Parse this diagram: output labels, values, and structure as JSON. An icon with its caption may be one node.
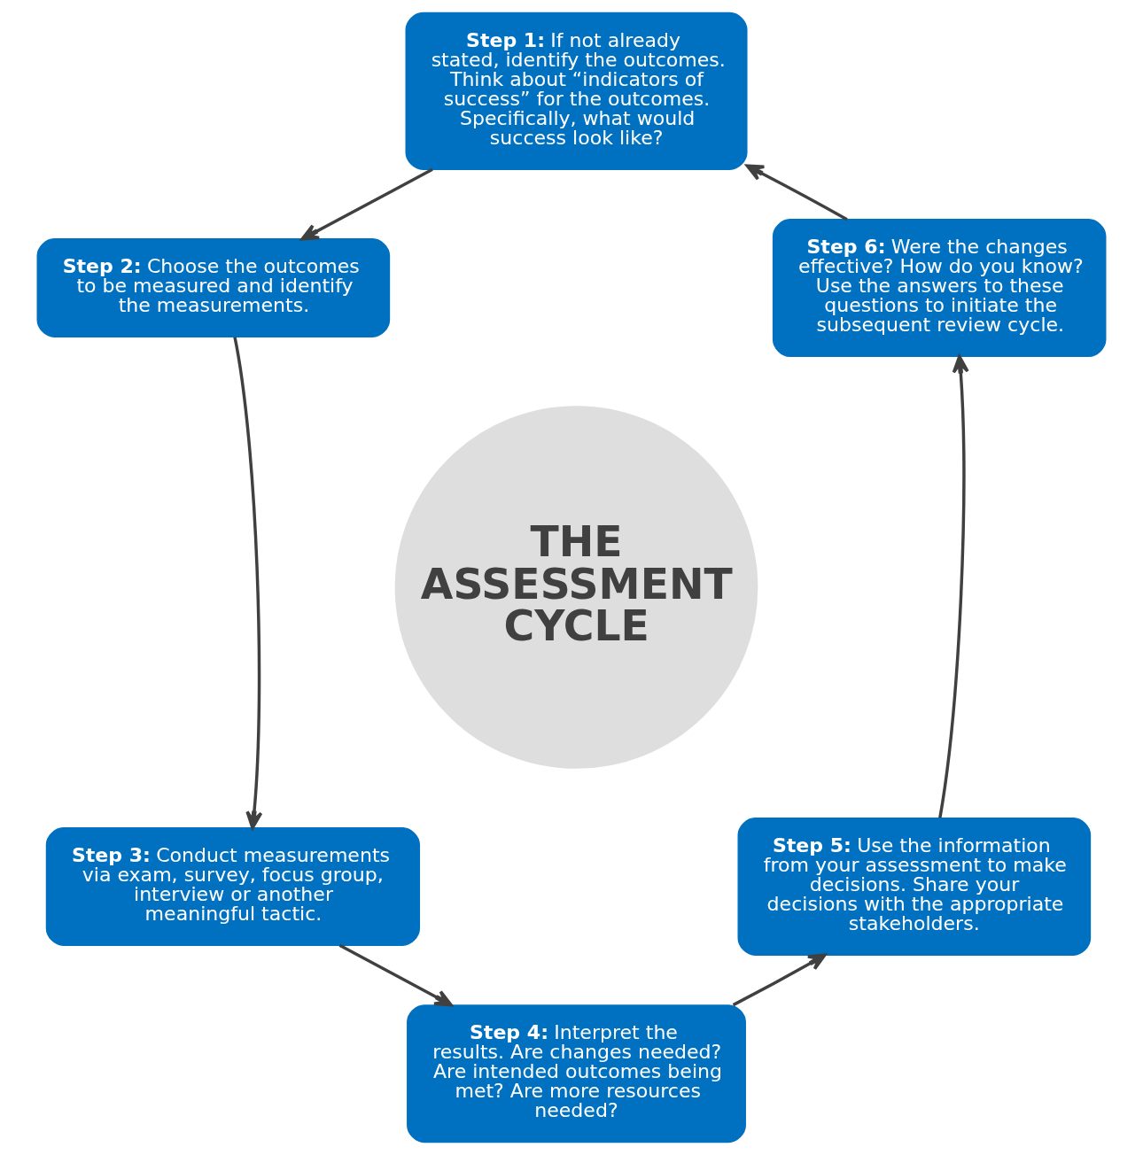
{
  "diagram": {
    "nodes": [
      {
        "text": [
          "THE ASSESSMENT CYCLE"
        ]
      },
      {
        "text": [
          "Step 1:",
          "If not already stated, identify the outcomes. Think about “indicators of success” for the outcomes. Specifically, what would success look like?"
        ]
      },
      {
        "text": [
          "Step 2:",
          "Choose the outcomes to be measured and identify the measurements."
        ]
      },
      {
        "text": [
          "Step 3:",
          "Conduct measurements via exam, survey, focus group, interview or another meaningful tactic."
        ]
      },
      {
        "text": [
          "Step 4:",
          "Interpret the results. Are changes needed? Are intended outcomes being met? Are more resources needed?"
        ]
      },
      {
        "text": [
          "Step 5:",
          "Use the information from your assessment to make decisions. Share your decisions with the appropriate stakeholders."
        ]
      },
      {
        "text": [
          "Step 6:",
          "Were the changes effective? How do you know? Use the answers to these questions to initiate the subsequent review cycle."
        ]
      }
    ],
    "edges": [
      {
        "from": 1,
        "to": 2,
        "arrow": "to"
      },
      {
        "from": 2,
        "to": 3,
        "arrow": "to"
      },
      {
        "from": 3,
        "to": 4,
        "arrow": "to"
      },
      {
        "from": 4,
        "to": 5,
        "arrow": "to"
      },
      {
        "from": 5,
        "to": 6,
        "arrow": "to"
      },
      {
        "from": 6,
        "to": 1,
        "arrow": "to"
      }
    ]
  }
}
